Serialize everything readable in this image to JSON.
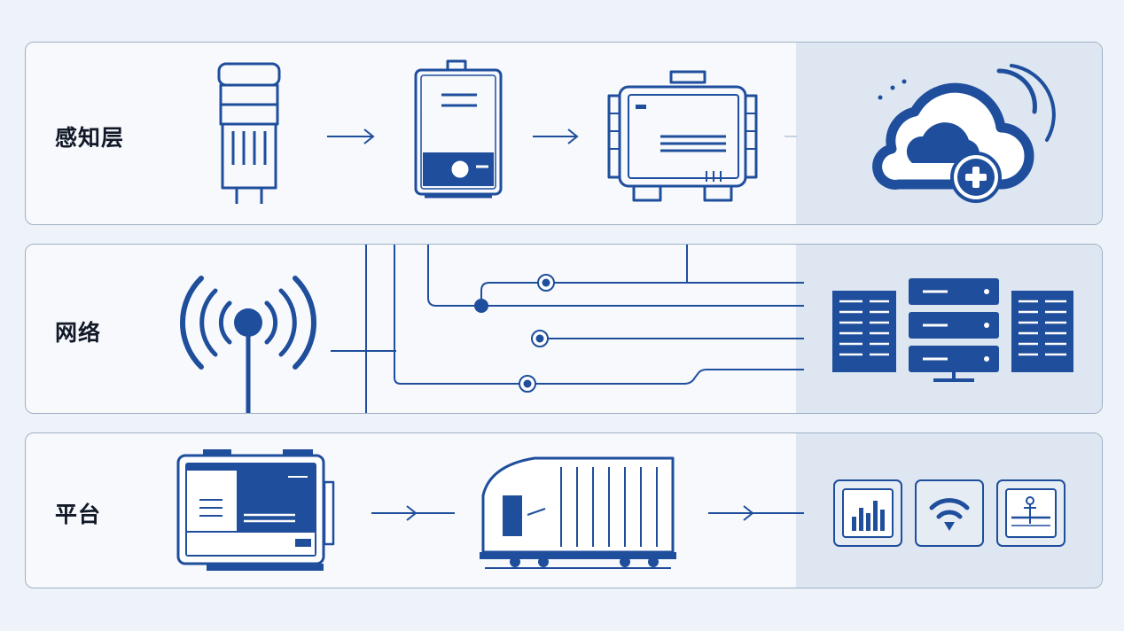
{
  "layers": [
    {
      "label": "感知层"
    },
    {
      "label": "网络"
    },
    {
      "label": "平台"
    }
  ],
  "colors": {
    "primary": "#1f4e9c",
    "panel": "#dde6f1",
    "background": "#eef3f9",
    "border": "#9fb0c6"
  }
}
